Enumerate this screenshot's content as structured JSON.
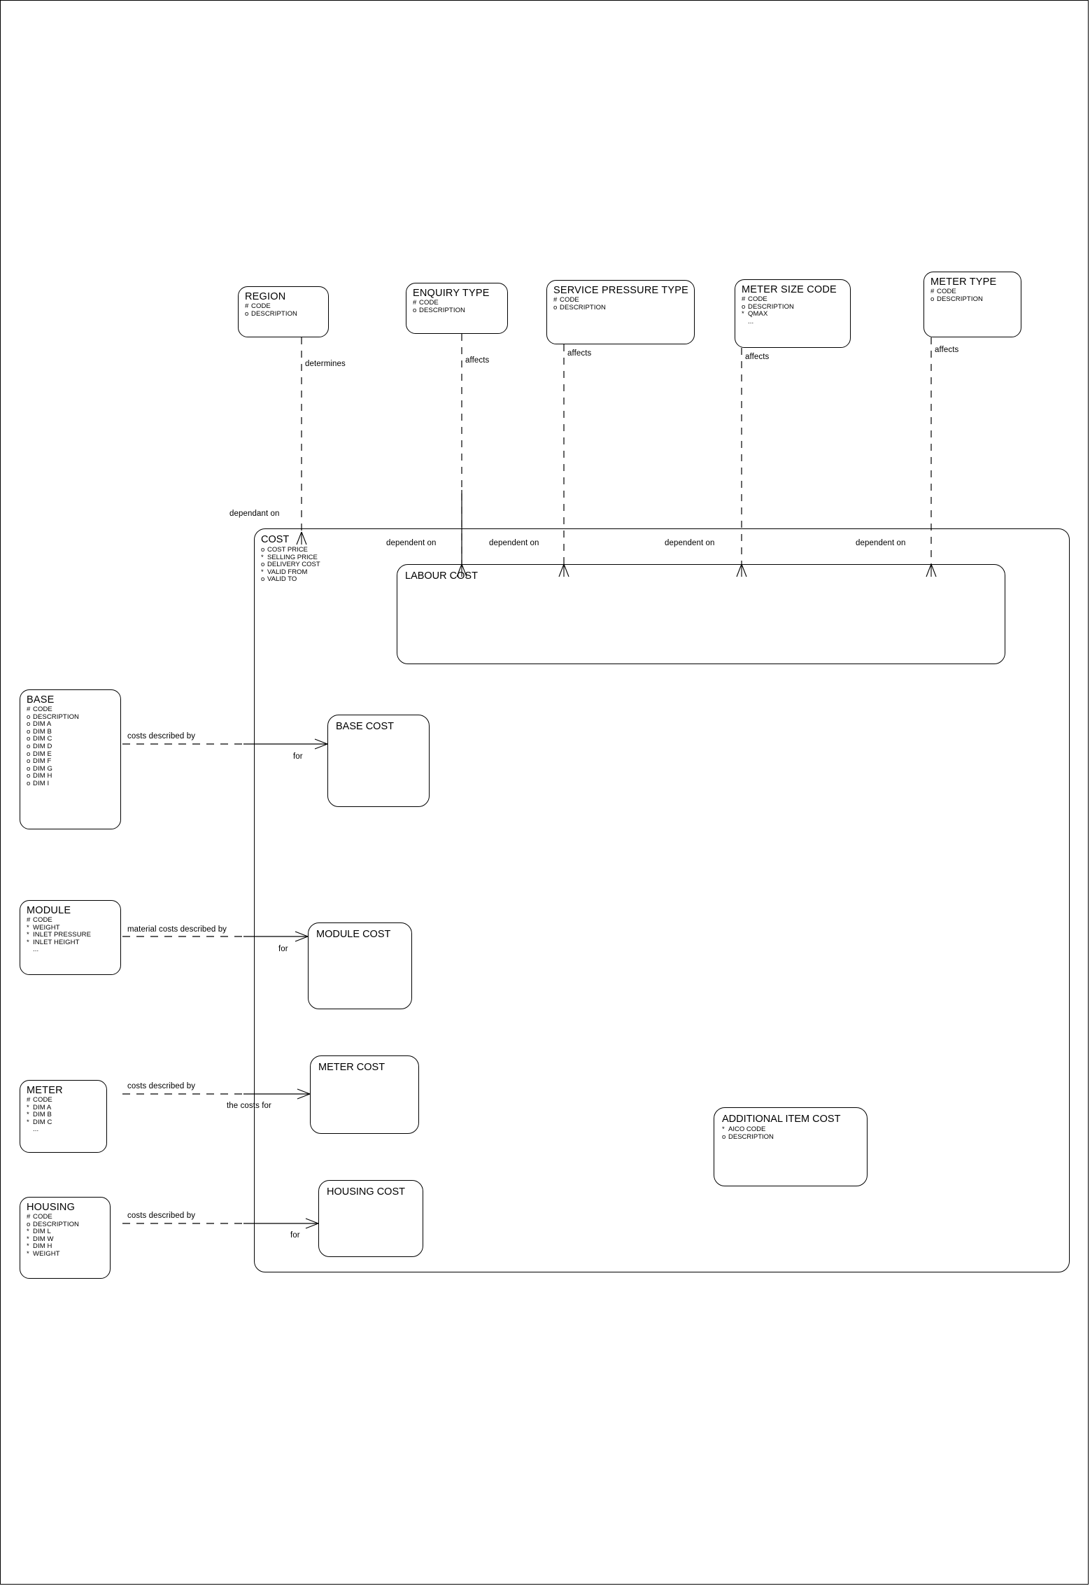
{
  "diagram": {
    "title": "Cost Entity Relationship Diagram",
    "type": "er-diagram",
    "line_color": "#000000",
    "background": "#ffffff"
  },
  "entities": {
    "region": {
      "name": "REGION",
      "attributes": [
        {
          "marker": "#",
          "label": "CODE"
        },
        {
          "marker": "o",
          "label": "DESCRIPTION"
        }
      ]
    },
    "enquiry_type": {
      "name": "ENQUIRY TYPE",
      "attributes": [
        {
          "marker": "#",
          "label": "CODE"
        },
        {
          "marker": "o",
          "label": "DESCRIPTION"
        }
      ]
    },
    "service_pressure_type": {
      "name": "SERVICE PRESSURE TYPE",
      "attributes": [
        {
          "marker": "#",
          "label": "CODE"
        },
        {
          "marker": "o",
          "label": "DESCRIPTION"
        }
      ]
    },
    "meter_size_code": {
      "name": "METER SIZE CODE",
      "attributes": [
        {
          "marker": "#",
          "label": "CODE"
        },
        {
          "marker": "o",
          "label": "DESCRIPTION"
        },
        {
          "marker": "*",
          "label": "QMAX"
        },
        {
          "marker": "",
          "label": "..."
        }
      ]
    },
    "meter_type": {
      "name": "METER TYPE",
      "attributes": [
        {
          "marker": "#",
          "label": "CODE"
        },
        {
          "marker": "o",
          "label": "DESCRIPTION"
        }
      ]
    },
    "cost": {
      "name": "COST",
      "attributes": [
        {
          "marker": "o",
          "label": "COST PRICE"
        },
        {
          "marker": "*",
          "label": "SELLING PRICE"
        },
        {
          "marker": "o",
          "label": "DELIVERY COST"
        },
        {
          "marker": "*",
          "label": "VALID FROM"
        },
        {
          "marker": "o",
          "label": "VALID TO"
        }
      ]
    },
    "labour_cost": {
      "name": "LABOUR COST",
      "attributes": []
    },
    "base": {
      "name": "BASE",
      "attributes": [
        {
          "marker": "#",
          "label": "CODE"
        },
        {
          "marker": "o",
          "label": "DESCRIPTION"
        },
        {
          "marker": "o",
          "label": "DIM A"
        },
        {
          "marker": "o",
          "label": "DIM B"
        },
        {
          "marker": "o",
          "label": "DIM C"
        },
        {
          "marker": "o",
          "label": "DIM D"
        },
        {
          "marker": "o",
          "label": "DIM E"
        },
        {
          "marker": "o",
          "label": "DIM F"
        },
        {
          "marker": "o",
          "label": "DIM G"
        },
        {
          "marker": "o",
          "label": "DIM H"
        },
        {
          "marker": "o",
          "label": "DIM I"
        }
      ]
    },
    "base_cost": {
      "name": "BASE COST",
      "attributes": []
    },
    "module": {
      "name": "MODULE",
      "attributes": [
        {
          "marker": "#",
          "label": "CODE"
        },
        {
          "marker": "*",
          "label": "WEIGHT"
        },
        {
          "marker": "*",
          "label": "INLET PRESSURE"
        },
        {
          "marker": "*",
          "label": "INLET HEIGHT"
        },
        {
          "marker": "",
          "label": "..."
        }
      ]
    },
    "module_cost": {
      "name": "MODULE COST",
      "attributes": []
    },
    "meter": {
      "name": "METER",
      "attributes": [
        {
          "marker": "#",
          "label": "CODE"
        },
        {
          "marker": "*",
          "label": "DIM A"
        },
        {
          "marker": "*",
          "label": "DIM B"
        },
        {
          "marker": "*",
          "label": "DIM C"
        },
        {
          "marker": "",
          "label": "..."
        }
      ]
    },
    "meter_cost": {
      "name": "METER COST",
      "attributes": []
    },
    "housing": {
      "name": "HOUSING",
      "attributes": [
        {
          "marker": "#",
          "label": "CODE"
        },
        {
          "marker": "o",
          "label": "DESCRIPTION"
        },
        {
          "marker": "*",
          "label": "DIM L"
        },
        {
          "marker": "*",
          "label": "DIM W"
        },
        {
          "marker": "*",
          "label": "DIM H"
        },
        {
          "marker": "*",
          "label": "WEIGHT"
        }
      ]
    },
    "housing_cost": {
      "name": "HOUSING COST",
      "attributes": []
    },
    "additional_item_cost": {
      "name": "ADDITIONAL ITEM COST",
      "attributes": [
        {
          "marker": "*",
          "label": "AICO CODE"
        },
        {
          "marker": "o",
          "label": "DESCRIPTION"
        }
      ]
    }
  },
  "relationship_labels": {
    "determines": "determines",
    "affects_enquiry": "affects",
    "affects_service_pressure": "affects",
    "affects_meter_size": "affects",
    "affects_meter_type": "affects",
    "dependant_on": "dependant on",
    "dependent_on_1": "dependent on",
    "dependent_on_2": "dependent on",
    "dependent_on_3": "dependent on",
    "dependent_on_4": "dependent on",
    "base_costs_described_by": "costs described by",
    "base_for": "for",
    "module_material_costs_described_by": "material costs described by",
    "module_for": "for",
    "meter_costs_described_by": "costs described by",
    "meter_the_costs_for": "the costs for",
    "housing_costs_described_by": "costs described by",
    "housing_for": "for"
  }
}
